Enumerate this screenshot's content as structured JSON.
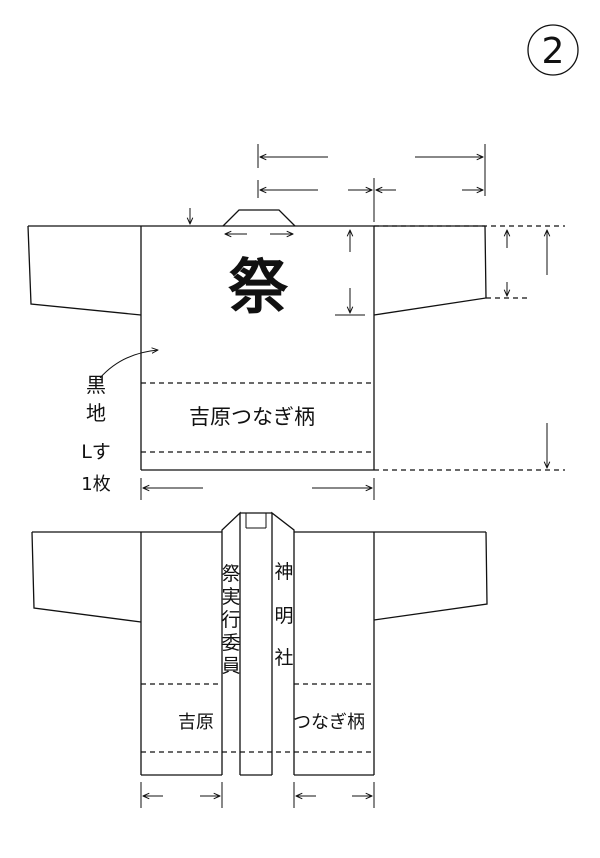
{
  "page_number": "2",
  "front_view": {
    "back_emblem": "祭",
    "band_pattern": "吉原つなぎ柄",
    "annotation_lines": [
      "黒",
      "地",
      "Lす",
      "1枚"
    ]
  },
  "back_view": {
    "collar_left_text": [
      "祭",
      "実",
      "行",
      "委",
      "員"
    ],
    "collar_right_text": [
      "神",
      "明",
      "社"
    ],
    "band_left_text": "吉原",
    "band_right_text": "つなぎ柄"
  }
}
